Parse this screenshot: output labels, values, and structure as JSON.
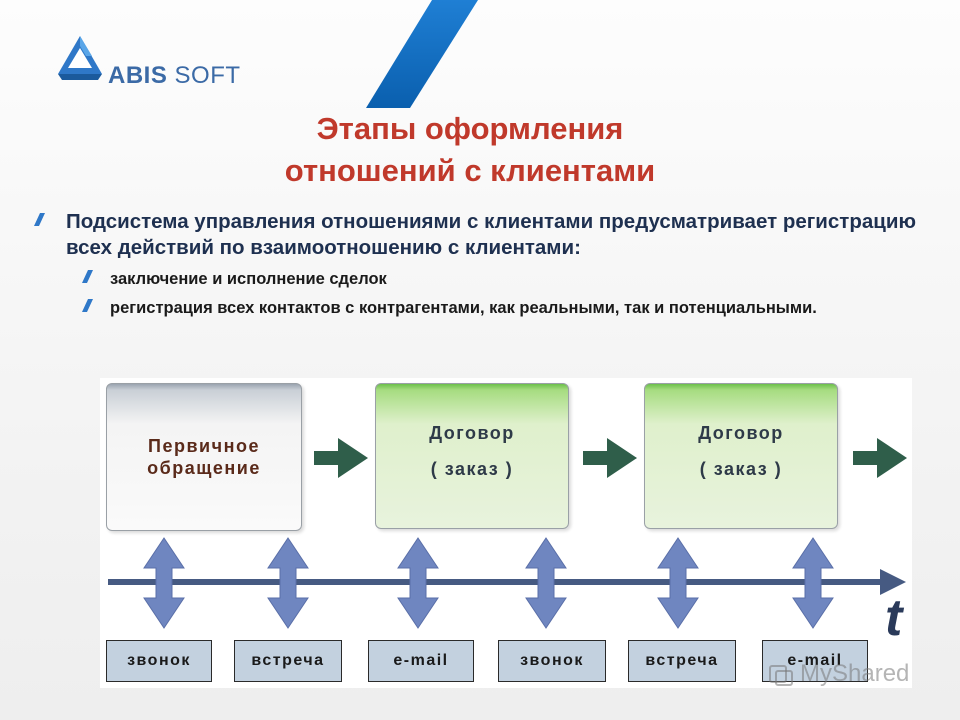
{
  "logo": {
    "brand_bold": "ABIS",
    "brand_light": " SOFT"
  },
  "title": {
    "line1": "Этапы оформления",
    "line2": "отношений с клиентами"
  },
  "bullets": [
    {
      "text": "Подсистема управления отношениями с клиентами предусматривает регистрацию всех действий по взаимоотношению с клиентами:"
    },
    {
      "text": "заключение и исполнение сделок"
    },
    {
      "text": "регистрация всех контактов с контрагентами, как реальными, так и потенциальными."
    }
  ],
  "stages": [
    {
      "line1": "Первичное",
      "line2": "обращение"
    },
    {
      "line1": "Договор",
      "line2": "( заказ )"
    },
    {
      "line1": "Договор",
      "line2": "( заказ )"
    }
  ],
  "contacts": [
    "звонок",
    "встреча",
    "e-mail",
    "звонок",
    "встреча",
    "e-mail"
  ],
  "axis_label": "t",
  "watermark": "MyShared",
  "colors": {
    "title": "#c0392b",
    "arrow_dark_green": "#2f5e4a",
    "double_arrow_blue": "#6f86c0",
    "timeline": "#465a82",
    "chip_fill": "#c3d1df",
    "logo_blue": "#2f78c8"
  }
}
